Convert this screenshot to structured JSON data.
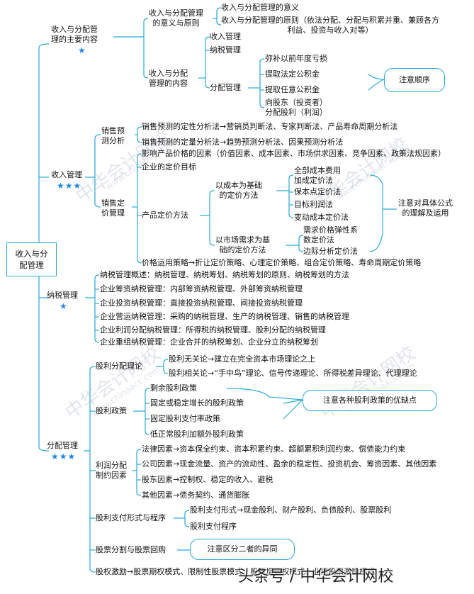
{
  "root": {
    "label": "收入与分\n配管理"
  },
  "sec1": {
    "label": "收入与分配管\n理的主要内容",
    "stars": "★",
    "a": {
      "label": "收入与分配管理\n的意义与原则",
      "items": [
        "收入与分配管理的意义",
        "收入与分配管理的原则（依法分配、分配与积累并重、兼顾各方\n利益、投资与收入对等）"
      ]
    },
    "b": {
      "label": "收入与分配\n管理的内容",
      "items": [
        "收入管理",
        "纳税管理",
        "分配管理"
      ],
      "sub": [
        "弥补以前年度亏损",
        "提取法定公积金",
        "提取任意公积金",
        "向股东（投资者）\n分配股利（利润）"
      ],
      "note": "注意顺序"
    }
  },
  "sec2": {
    "label": "收入管理",
    "stars": "★★★",
    "a": {
      "label": "销售预\n测分析",
      "items": [
        "销售预测的定性分析法→营销员判断法、专家判断法、产品寿命周期分析法",
        "销售预测的定量分析法→趋势预测分析法、因果预测分析法"
      ]
    },
    "b": {
      "label": "销售定\n价管理",
      "items": [
        "影响产品价格的因素（价值因素、成本因素、市场供求因素、竞争因素、政策法规因素）",
        "企业的定价目标",
        "产品定价方法",
        "价格运用策略→折让定价策略、心理定价策略、组合定价策略、寿命周期定价策略"
      ],
      "cost_label": "以成本为基础\n的定价方法",
      "cost_items": [
        "全部成本费用\n加成定价法",
        "保本点定价法",
        "目标利润法",
        "变动成本定价法"
      ],
      "market_label": "以市场需求为基\n础的定价方法",
      "market_items": [
        "需求价格弹性系\n数定价法",
        "边际分析定价法"
      ],
      "note": "注意对具体公式\n的理解及运用"
    }
  },
  "sec3": {
    "label": "纳税管理",
    "stars": "★",
    "items": [
      "纳税管理概述：纳税管理、纳税筹划、纳税筹划的原则、纳税筹划的方法",
      "企业筹资纳税管理：内部筹资纳税管理、外部筹资纳税管理",
      "企业投资纳税管理：直接投资纳税管理、间接投资纳税管理",
      "企业营运纳税管理：采购的纳税管理、生产的纳税管理、销售的纳税管理",
      "企业利润分配纳税管理：所得税的纳税管理、股利分配的纳税管理",
      "企业重组纳税管理：企业合并的纳税筹划、企业分立的纳税筹划"
    ]
  },
  "sec4": {
    "label": "分配管理",
    "stars": "★★★",
    "a": {
      "label": "股利分配理论",
      "items": [
        "股利无关论→建立在完全资本市场理论之上",
        "股利相关论→“手中鸟”理论、信号传递理论、所得税差异理论、代理理论"
      ]
    },
    "b": {
      "label": "股利政策",
      "items": [
        "剩余股利政策",
        "固定或稳定增长的股利政策",
        "固定股利支付率政策",
        "低正常股利加额外股利政策"
      ],
      "note": "注意各种股利政策的优缺点"
    },
    "c": {
      "label": "利润分配\n制约因素",
      "items": [
        "法律因素→资本保全约束、资本积累约束、超额累积利润约束、偿债能力约束",
        "公司因素→现金流量、资产的流动性、盈余的稳定性、投资机会、筹资因素、其他因素",
        "股东因素→控制权、稳定的收入、避税",
        "其他因素→债务契约、通货膨胀"
      ]
    },
    "d": {
      "label": "股利支付形式与程序",
      "items": [
        "股利支付形式→现金股利、财产股利、负债股利、股票股利",
        "股利支付程序"
      ]
    },
    "e": {
      "label": "股票分割与股票回购",
      "note": "注意区分二者的异同"
    },
    "f": {
      "label": "股权激励→股票期权模式、限制性股票模式、股票增值权模式、业绩股票激励模式"
    }
  },
  "watermarks": [
    "中华会计网校",
    "www.chinaacc.com"
  ],
  "footer": "头条号 / 中华会计网校",
  "colors": {
    "line": "#29a9d9",
    "star": "#1e88e5",
    "text": "#111111"
  }
}
